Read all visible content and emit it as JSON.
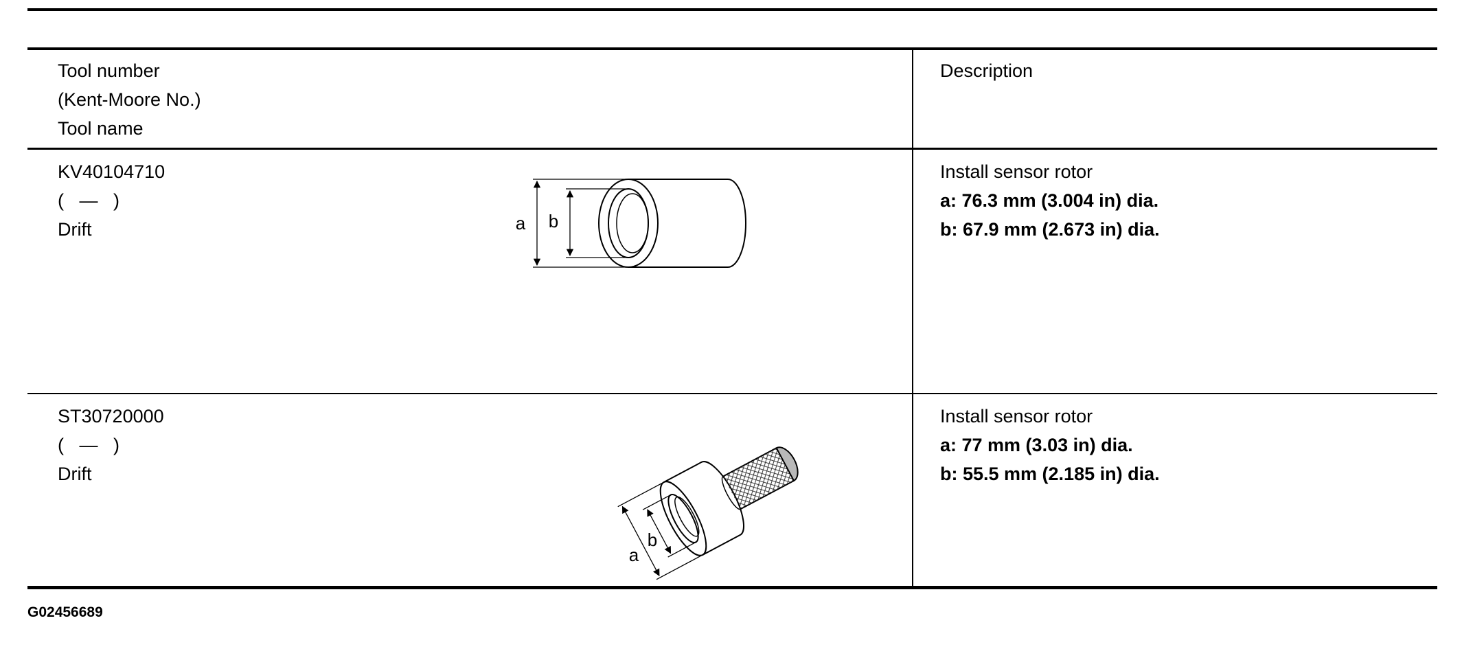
{
  "figure": {
    "id": "G02456689"
  },
  "table": {
    "header": {
      "tool_col_lines": [
        "Tool number",
        "(Kent-Moore No.)",
        "Tool name"
      ],
      "description_col": "Description"
    },
    "rows": [
      {
        "tool_number": "KV40104710",
        "kent_moore_no": "(   —   )",
        "tool_name": "Drift",
        "description": {
          "title": "Install sensor rotor",
          "dim_a": "a: 76.3 mm (3.004 in) dia.",
          "dim_b": "b: 67.9 mm (2.673 in) dia."
        },
        "diagram": {
          "alt": "drift-cylinder-drawing",
          "label_a": "a",
          "label_b": "b"
        }
      },
      {
        "tool_number": "ST30720000",
        "kent_moore_no": "(   —   )",
        "tool_name": "Drift",
        "description": {
          "title": "Install sensor rotor",
          "dim_a": "a: 77 mm (3.03 in) dia.",
          "dim_b": "b: 55.5 mm (2.185 in) dia."
        },
        "diagram": {
          "alt": "drift-with-knurled-handle-drawing",
          "label_a": "a",
          "label_b": "b"
        }
      }
    ]
  }
}
